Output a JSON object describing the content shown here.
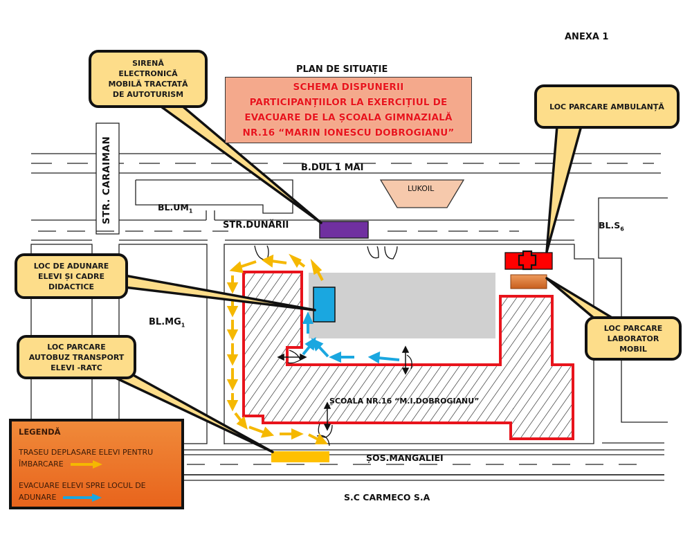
{
  "document": {
    "annex_label": "ANEXA 1",
    "plan_heading": "PLAN DE SITUAȚIE",
    "title_lines": [
      "SCHEMA DISPUNERII",
      "PARTICIPANȚIILOR LA EXERCIȚIUL DE",
      "EVACUARE DE LA ȘCOALA GIMNAZIALĂ",
      "NR.16 “MARIN IONESCU DOBROGIANU”"
    ]
  },
  "callouts": {
    "siren": [
      "SIRENĂ",
      "ELECTRONICĂ",
      "MOBILĂ TRACTATĂ",
      "DE AUTOTURISM"
    ],
    "ambulance": [
      "LOC PARCARE AMBULANȚĂ"
    ],
    "assembly": [
      "LOC DE ADUNARE",
      "ELEVI ȘI CADRE",
      "DIDACTICE"
    ],
    "bus": [
      "LOC PARCARE",
      "AUTOBUZ TRANSPORT",
      "ELEVI -RATC"
    ],
    "mobile_lab": [
      "LOC PARCARE",
      "LABORATOR",
      "MOBIL"
    ]
  },
  "streets": {
    "boulevard": "B.DUL 1 MAI",
    "caraiman": "STR. CARAIMAN",
    "dunarii": "STR.DUNĂRII",
    "mangaliei": "ȘOS.MANGALIEI"
  },
  "buildings": {
    "bl_um": {
      "name": "BL.UM",
      "sub": "1"
    },
    "bl_mg": {
      "name": "BL.MG",
      "sub": "1"
    },
    "bl_s": {
      "name": "BL.S",
      "sub": "6"
    },
    "lukoil": "LUKOIL",
    "school": "ȘCOALA NR.16 “M.I.DOBROGIANU”",
    "carmeco": "S.C CARMECO S.A"
  },
  "legend": {
    "title": "LEGENDĂ",
    "items": [
      {
        "text_line1": "TRASEU DEPLASARE ELEVI PENTRU",
        "text_line2": "ÎMBARCARE",
        "color": "#f5b800"
      },
      {
        "text_line1": "EVACUARE ELEVI SPRE LOCUL DE",
        "text_line2": "ADUNARE",
        "color": "#1aa7e0"
      }
    ]
  },
  "colors": {
    "school_outline": "#e8141c",
    "boarding_route": "#f5b800",
    "evacuation_route": "#1aa7e0",
    "assembly_point": "#1aa7e0",
    "siren_vehicle": "#7030a0",
    "bus_parking": "#ffc000",
    "ambulance": "#ff0000",
    "mobile_lab": "#d9702a",
    "courtyard": "#d0d0d0",
    "callout_fill": "#fddd8a",
    "title_fill": "#f4a98c",
    "lukoil_fill": "#f6c9ac"
  }
}
